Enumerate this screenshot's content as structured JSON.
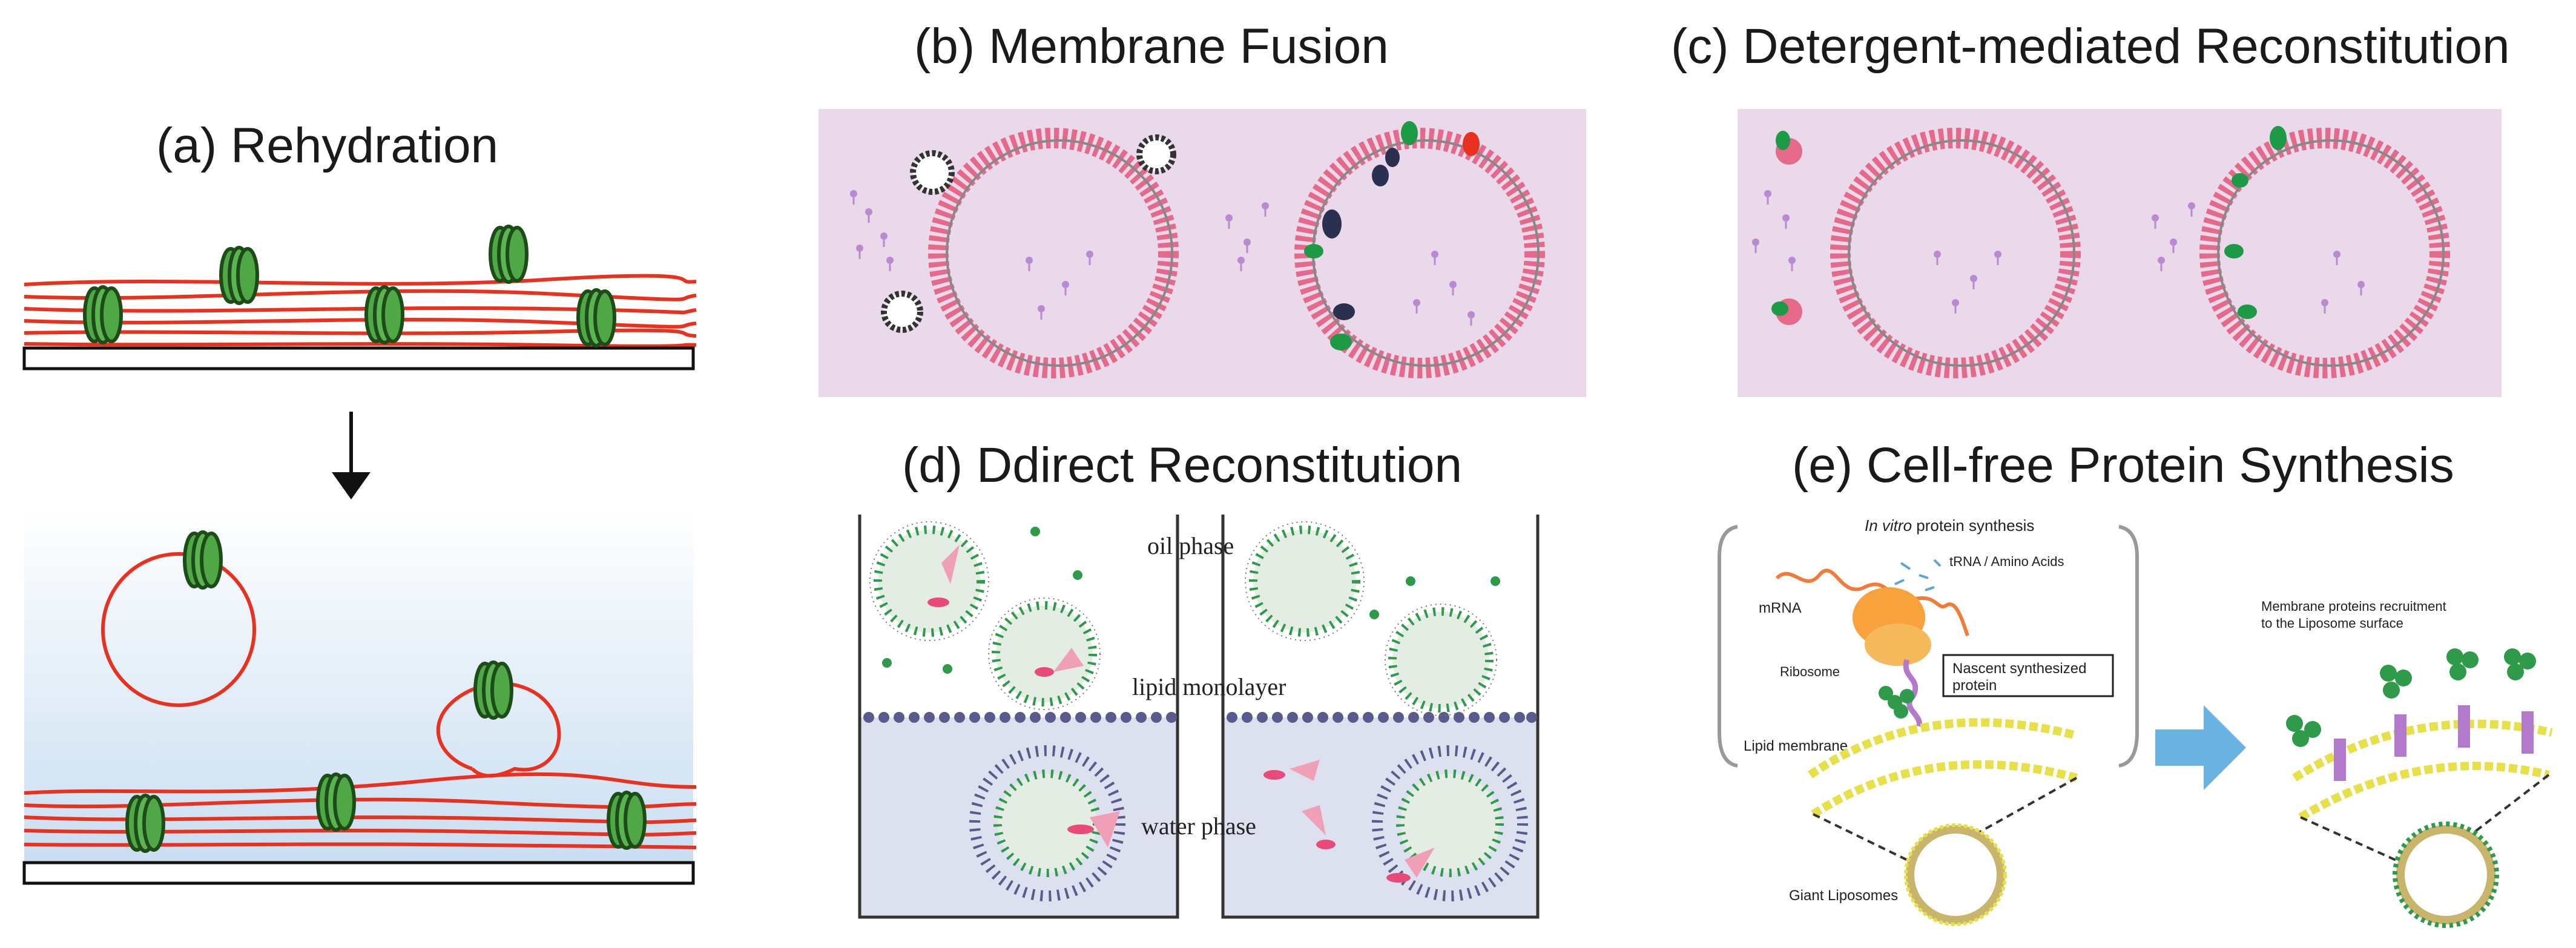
{
  "panels": {
    "a": {
      "title": "(a) Rehydration"
    },
    "b": {
      "title": "(b) Membrane Fusion"
    },
    "c": {
      "title": "(c) Detergent-mediated Reconstitution"
    },
    "d": {
      "title": "(d) Ddirect Reconstitution",
      "labels": {
        "oil": "oil phase",
        "monolayer": "lipid monolayer",
        "water": "water phase"
      }
    },
    "e": {
      "title": "(e) Cell-free Protein Synthesis",
      "labels": {
        "in_vitro_italic": "In vitro",
        "in_vitro_rest": " protein synthesis",
        "trna": "tRNA / Amino Acids",
        "mrna": "mRNA",
        "ribosome": "Ribosome",
        "nascent_1": "Nascent synthesized",
        "nascent_2": "protein",
        "lipid_membrane": "Lipid membrane",
        "giant_liposomes": "Giant Liposomes",
        "recruit_1": "Membrane proteins recruitment",
        "recruit_2": "to the Liposome surface"
      }
    }
  },
  "colors": {
    "lipid_red": "#e8321f",
    "protein_green": "#3f9a35",
    "panel_bg_pink": "#ead9ea",
    "water_blue": "#d8e8f6",
    "arrow_blue": "#6ab2e0",
    "monolayer_purple": "#5a5a8c",
    "bead_green": "#2e9a4a",
    "lipid_yellow": "#e6e14a",
    "purple_protein": "#b37acb"
  }
}
